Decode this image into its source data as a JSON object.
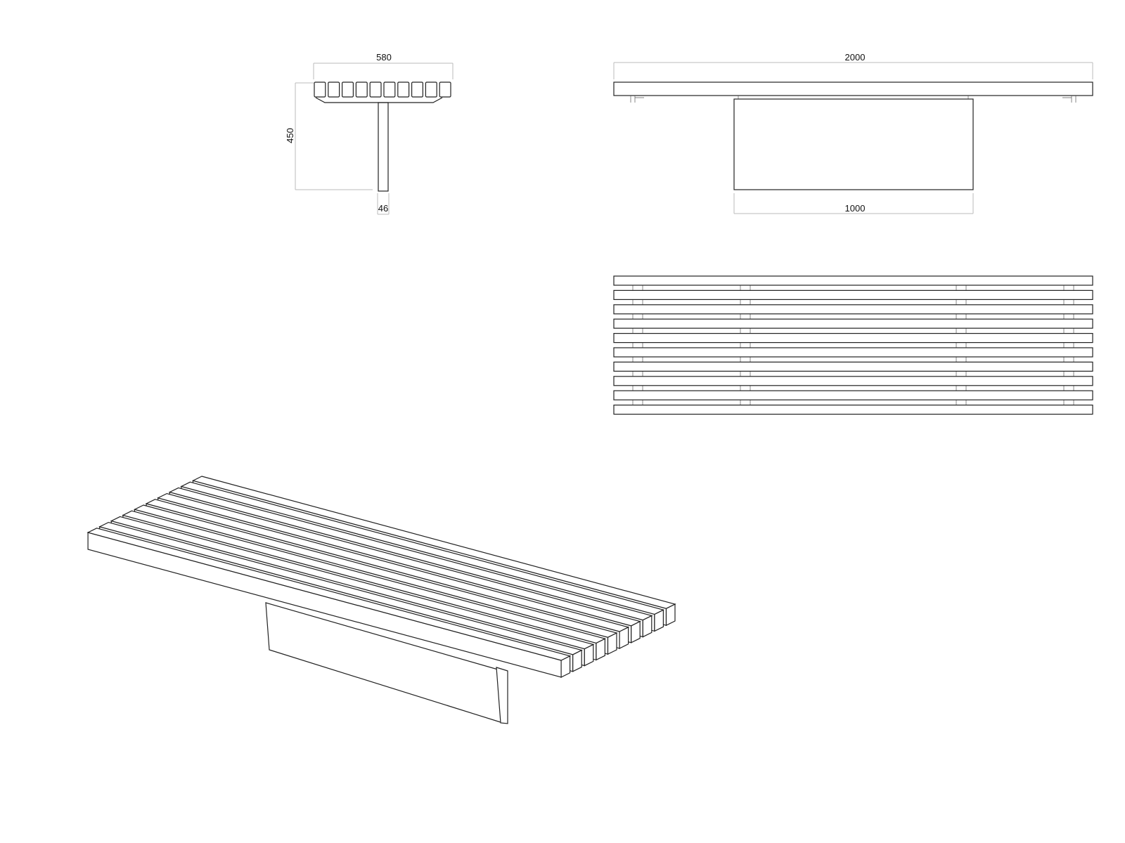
{
  "views": {
    "side": {
      "width_label": "580",
      "height_label": "450",
      "leg_label": "46",
      "slat_count": 10
    },
    "front": {
      "length_label": "2000",
      "base_label": "1000"
    },
    "top": {
      "slat_count": 10
    },
    "iso": {
      "slat_count": 10
    }
  },
  "colors": {
    "line": "#222222",
    "dimension": "#bbbbbb",
    "background": "#ffffff"
  }
}
